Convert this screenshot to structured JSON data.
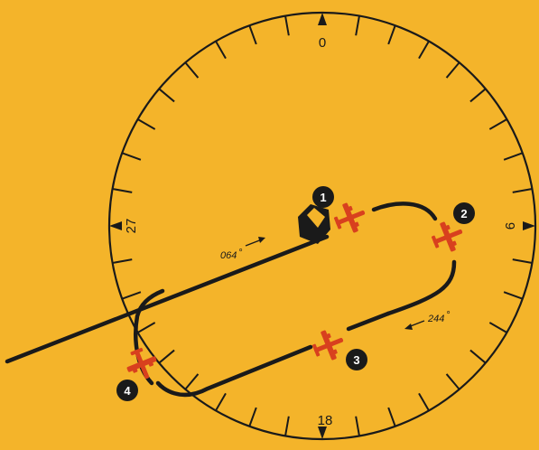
{
  "compass": {
    "labels": {
      "north": "0",
      "east": "9",
      "south": "18",
      "west": "27"
    }
  },
  "headings": {
    "inbound": "064",
    "outbound": "244"
  },
  "steps": [
    "1",
    "2",
    "3",
    "4"
  ],
  "colors": {
    "background": "#f4b42a",
    "ink": "#1a1a1a",
    "aircraft": "#d8401e",
    "badge_text": "#ffffff"
  },
  "icons": {
    "aircraft": "airplane-icon",
    "station": "vor-station-icon",
    "arrow": "direction-arrow-icon"
  }
}
